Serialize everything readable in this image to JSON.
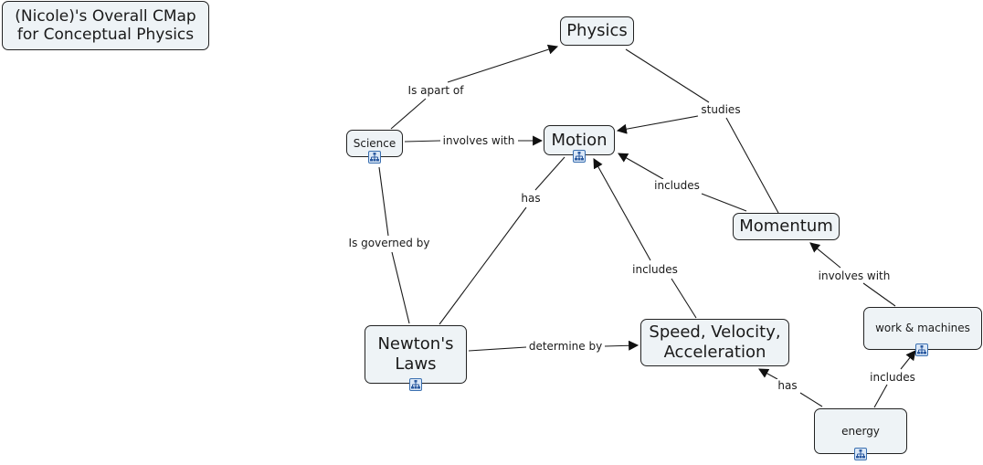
{
  "map_title": "(Nicole)'s Overall CMap\nfor Conceptual Physics",
  "concepts": {
    "physics": "Physics",
    "science": "Science",
    "motion": "Motion",
    "momentum": "Momentum",
    "newtons_laws": "Newton's\nLaws",
    "speed_velocity_acceleration": "Speed, Velocity,\nAcceleration",
    "work_machines": "work & machines",
    "energy": "energy"
  },
  "linking_phrases": {
    "science_physics": "Is apart of",
    "science_motion": "involves with",
    "physics_motion": "studies",
    "momentum_motion": "includes",
    "science_newton": "Is governed by",
    "motion_newton": "has",
    "sva_motion": "includes",
    "newton_sva": "determine by",
    "work_momentum": "involves with",
    "energy_sva": "has",
    "energy_work": "includes"
  },
  "resource_icon": "concept-map-resource-icon",
  "colors": {
    "node_fill": "#eef3f6",
    "node_border": "#222222",
    "link_line": "#1a1a1a",
    "resource_icon": "#3a6fb0"
  }
}
